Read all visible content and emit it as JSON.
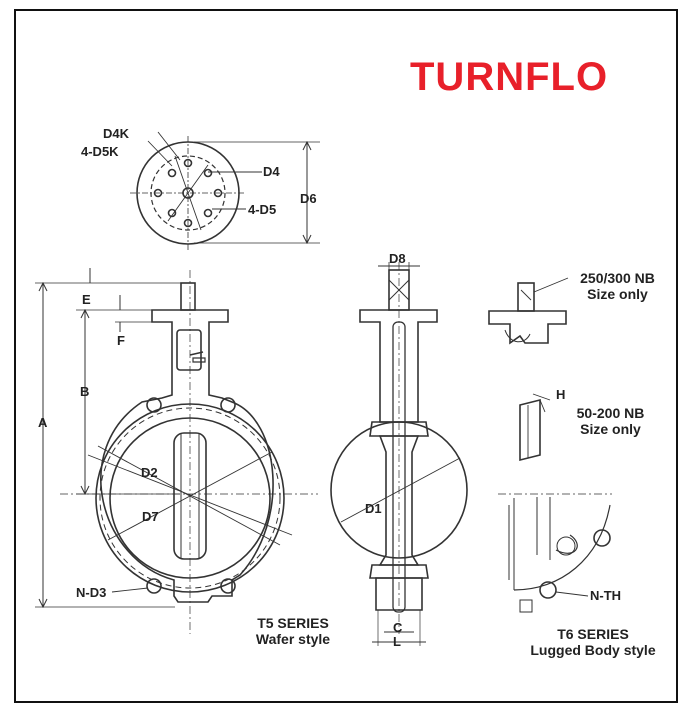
{
  "brand": {
    "logo_text": "TURNFLO",
    "logo_color": "#e8202a"
  },
  "labels": {
    "d4k": "D4K",
    "d5k": "4-D5K",
    "d4": "D4",
    "d5": "4-D5",
    "d6": "D6",
    "d8": "D8",
    "e": "E",
    "f": "F",
    "a": "A",
    "b": "B",
    "d2": "D2",
    "d7": "D7",
    "d1": "D1",
    "nd3": "N-D3",
    "c": "C",
    "l": "L",
    "h": "H",
    "nth": "N-TH"
  },
  "notes": {
    "size_250_line1": "250/300 NB",
    "size_250_line2": "Size only",
    "size_50_line1": "50-200 NB",
    "size_50_line2": "Size only"
  },
  "captions": {
    "t5_line1": "T5 SERIES",
    "t5_line2": "Wafer style",
    "t6_line1": "T6 SERIES",
    "t6_line2": "Lugged Body style"
  },
  "colors": {
    "line": "#333333",
    "border": "#111111"
  }
}
